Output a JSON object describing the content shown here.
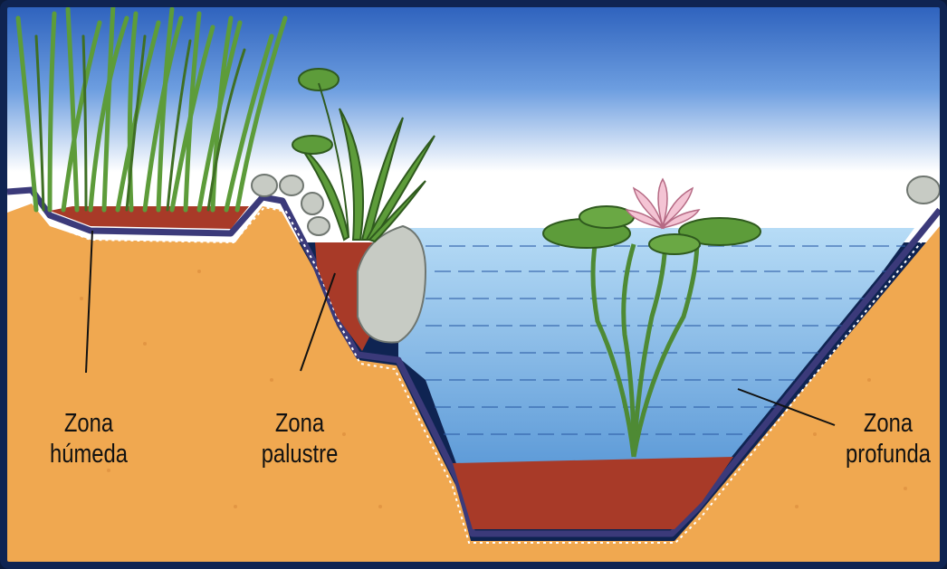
{
  "diagram": {
    "zones": [
      {
        "line1": "Zona",
        "line2": "húmeda"
      },
      {
        "line1": "Zona",
        "line2": "palustre"
      },
      {
        "line1": "Zona",
        "line2": "profunda"
      }
    ]
  },
  "colors": {
    "sky_top": "#3d6fc4",
    "sky_bottom": "#ffffff",
    "soil": "#f0a850",
    "liner": "#3b3a7a",
    "mud": "#a83a28",
    "water": "#8fc3ea",
    "reed": "#5d9c3a"
  }
}
